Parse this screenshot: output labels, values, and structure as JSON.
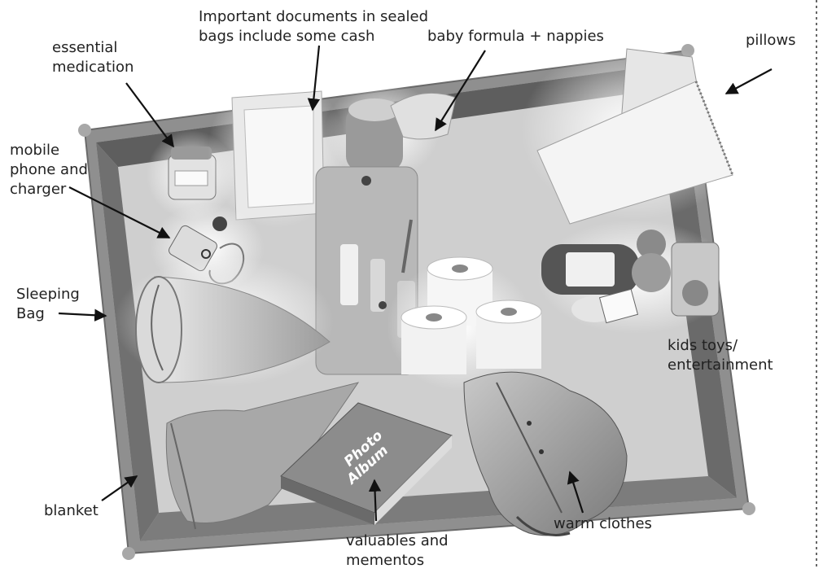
{
  "labels": {
    "documents": "Important documents in sealed\nbags include some cash",
    "baby": "baby formula + nappies",
    "pillows": "pillows",
    "medication": "essential\nmedication",
    "phone": "mobile\nphone and\ncharger",
    "sleeping_bag": "Sleeping\nBag",
    "toys": "kids toys/\nentertainment",
    "blanket": "blanket",
    "valuables": "valuables and\nmementos",
    "clothes": "warm clothes"
  },
  "album_text": {
    "line1": "Photo",
    "line2": "Album"
  },
  "colors": {
    "tray_frame": "#9a9a9a",
    "tray_floor": "#cfcfcf",
    "tray_wall": "#5e5e5e",
    "arrow": "#111111",
    "text": "#222222"
  }
}
